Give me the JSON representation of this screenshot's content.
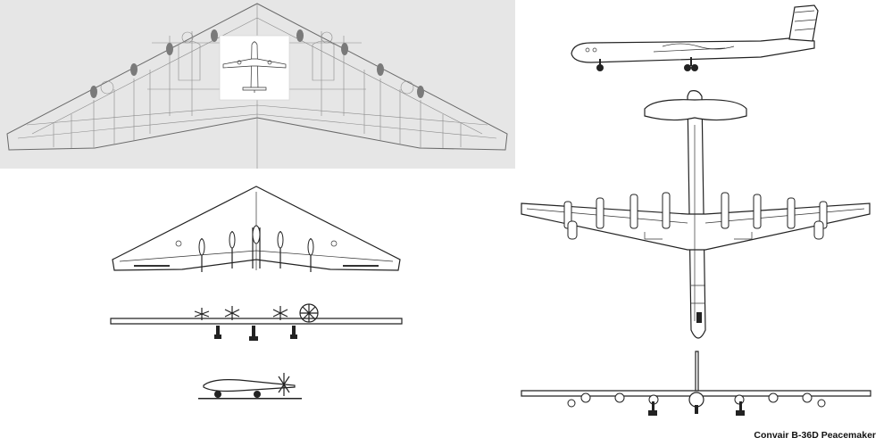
{
  "caption": "Convair B-36D Peacemaker",
  "drawings": [
    {
      "view": "flying-wing-structural-blueprint"
    },
    {
      "view": "flying-wing-three-view"
    },
    {
      "view": "b36-three-view"
    }
  ]
}
